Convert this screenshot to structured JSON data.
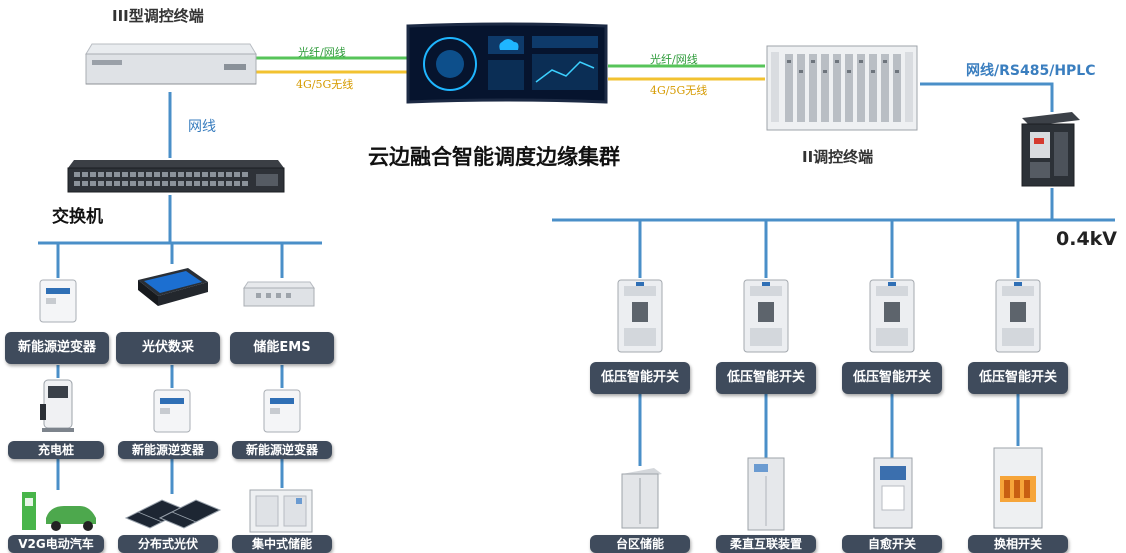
{
  "headers": {
    "terminal3": "III型调控终端",
    "terminal2": "II调控终端",
    "cluster": "云边融合智能调度边缘集群",
    "switch": "交换机",
    "voltage": "0.4kV"
  },
  "links": {
    "left_fiber": "光纤/网线",
    "left_wireless": "4G/5G无线",
    "right_fiber": "光纤/网线",
    "right_wireless": "4G/5G无线",
    "terminal3_to_switch": "网线",
    "terminal2_to_breaker": "网线/RS485/HPLC"
  },
  "left_branches": [
    {
      "top": "新能源逆变器",
      "mid": "充电桩",
      "bottom": "V2G电动汽车"
    },
    {
      "top": "光伏数采",
      "mid": "新能源逆变器",
      "bottom": "分布式光伏"
    },
    {
      "top": "储能EMS",
      "mid": "新能源逆变器",
      "bottom": "集中式储能"
    }
  ],
  "right_branches": [
    {
      "switch": "低压智能开关",
      "device": "台区储能"
    },
    {
      "switch": "低压智能开关",
      "device": "柔直互联装置"
    },
    {
      "switch": "低压智能开关",
      "device": "自愈开关"
    },
    {
      "switch": "低压智能开关",
      "device": "换相开关"
    }
  ],
  "colors": {
    "bus_blue": "#4a8fc8",
    "fiber_green": "#57c45a",
    "wireless_yellow": "#f2c230",
    "label_bg": "#3f4b5c",
    "link_text_blue": "#3a7ebf"
  }
}
